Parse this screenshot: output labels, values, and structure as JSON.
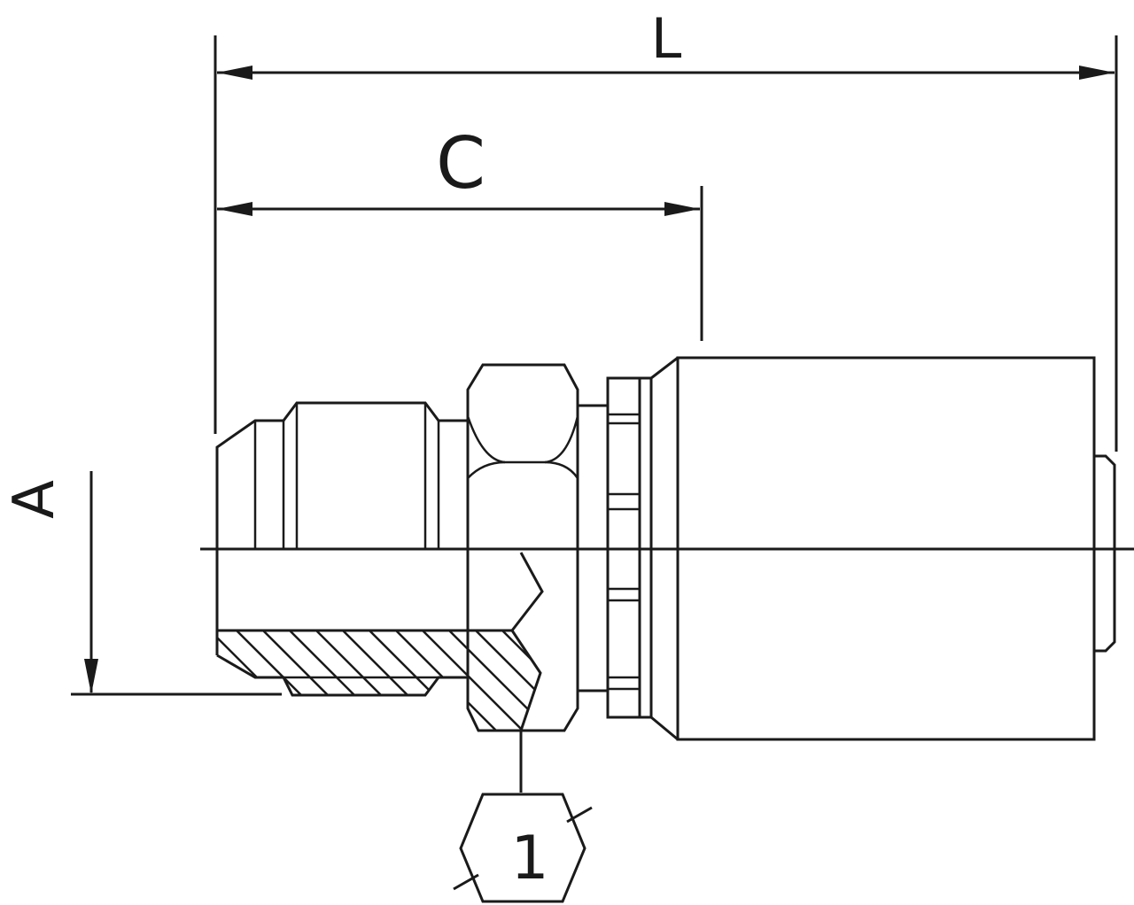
{
  "diagram": {
    "dimensions": {
      "overall_length": "L",
      "length_to_crimp": "C",
      "height": "A"
    },
    "callouts": [
      {
        "id": "hex-callout-1",
        "label": "1"
      }
    ],
    "colors": {
      "line": "#1a1a1a",
      "background": "#ffffff"
    }
  }
}
